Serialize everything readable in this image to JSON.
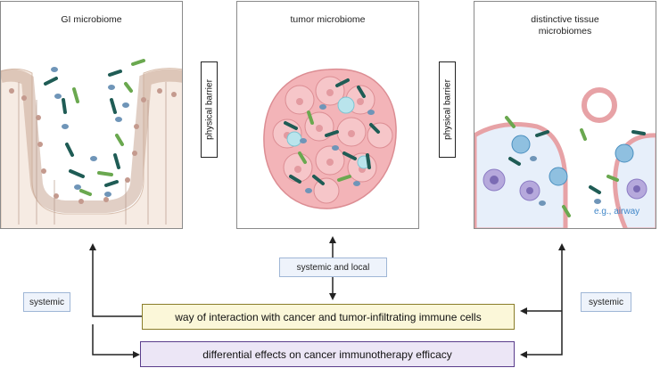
{
  "panels": {
    "gi": {
      "title": "GI microbiome"
    },
    "tumor": {
      "title": "tumor microbiome"
    },
    "tissue": {
      "title_line1": "distinctive tissue",
      "title_line2": "microbiomes",
      "example": "e.g., airway"
    }
  },
  "barriers": {
    "left": "physical barrier",
    "right": "physical barrier"
  },
  "labels": {
    "systemic_left": "systemic",
    "systemic_right": "systemic",
    "systemic_local": "systemic and local"
  },
  "boxes": {
    "interaction": "way of interaction with cancer and tumor-infiltrating immune cells",
    "efficacy": "differential effects on cancer immunotherapy efficacy"
  },
  "colors": {
    "interaction_fill": "#fbf7d9",
    "interaction_border": "#8a7d2a",
    "efficacy_fill": "#ece6f6",
    "efficacy_border": "#5a3d8c",
    "label_fill": "#eef3fb",
    "label_border": "#9fb6d6",
    "bacteria_dark": "#1f5c55",
    "bacteria_green": "#6aa84f",
    "bacteria_blue": "#6f95b8",
    "tumor_cell": "#f3b4b8",
    "epithelium": "#e9d3c6",
    "airway_fill": "#e7effa"
  }
}
